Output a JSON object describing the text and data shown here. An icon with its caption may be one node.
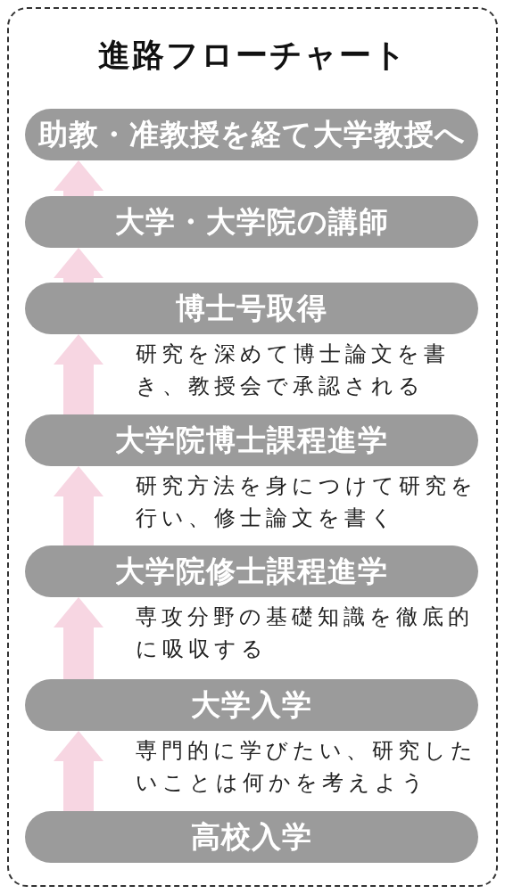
{
  "diagram": {
    "title": "進路フローチャート",
    "nodes": [
      {
        "text": [
          "助教・准教授を経て大学教授へ"
        ]
      },
      {
        "text": [
          "大学・大学院の講師"
        ]
      },
      {
        "text": [
          "博士号取得"
        ]
      },
      {
        "text": [
          "大学院博士課程進学"
        ]
      },
      {
        "text": [
          "大学院修士課程進学"
        ]
      },
      {
        "text": [
          "大学入学"
        ]
      },
      {
        "text": [
          "高校入学"
        ]
      }
    ],
    "edges": [
      {
        "from": 6,
        "to": 5,
        "arrow": "to",
        "label": "専門的に学びたい、研究したいことは何かを考えよう"
      },
      {
        "from": 5,
        "to": 4,
        "arrow": "to",
        "label": "専攻分野の基礎知識を徹底的に吸収する"
      },
      {
        "from": 4,
        "to": 3,
        "arrow": "to",
        "label": "研究方法を身につけて研究を行い、修士論文を書く"
      },
      {
        "from": 3,
        "to": 2,
        "arrow": "to",
        "label": "研究を深めて博士論文を書き、教授会で承認される"
      },
      {
        "from": 2,
        "to": 1,
        "arrow": "to"
      },
      {
        "from": 1,
        "to": 0,
        "arrow": "to"
      }
    ]
  }
}
